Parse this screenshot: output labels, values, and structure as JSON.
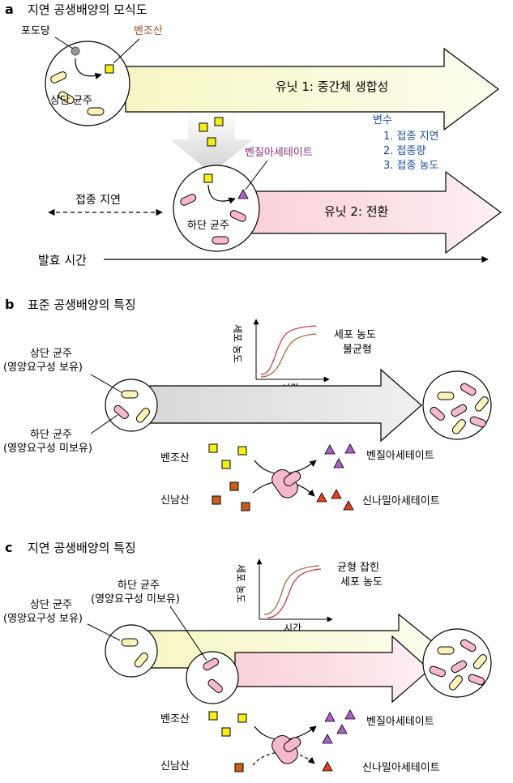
{
  "panel_a": {
    "letter": "a",
    "title": "지연 공생배양의 모식도",
    "glucose": "포도당",
    "benzoate": "벤조산",
    "upstream": "상단 균주",
    "unit1": "유닛 1: 중간체 생합성",
    "benzyl_acetate": "벤질아세테이트",
    "delay": "접종 지연",
    "downstream": "하단 균주",
    "unit2": "유닛 2: 전환",
    "time": "발효 시간",
    "variables_title": "변수",
    "variables": [
      "1. 접종 지연",
      "2. 접종량",
      "3. 접종 농도"
    ]
  },
  "panel_b": {
    "letter": "b",
    "title": "표준 공생배양의 특징",
    "upstream": "상단 균주",
    "upstream_note": "(영양요구성 보유)",
    "downstream": "하단 균주",
    "downstream_note": "(영양요구성 미보유)",
    "ylabel": "세포 농도",
    "xlabel": "시간",
    "note_line1": "세포 농도",
    "note_line2": "불균형",
    "benzoate": "벤조산",
    "cinnamate": "신남산",
    "benzyl_acetate": "벤질아세테이트",
    "cinnamyl_acetate": "신나밀아세테이트"
  },
  "panel_c": {
    "letter": "c",
    "title": "지연 공생배양의 특징",
    "downstream": "하단 균주",
    "downstream_note": "(영양요구성 미보유)",
    "upstream": "상단 균주",
    "upstream_note": "(영양요구성 보유)",
    "ylabel": "세포 농도",
    "xlabel": "시간",
    "note_line1": "균형 잡힌",
    "note_line2": "세포 농도",
    "benzoate": "벤조산",
    "cinnamate": "신남산",
    "benzyl_acetate": "벤질아세테이트",
    "cinnamyl_acetate": "신나밀아세테이트"
  },
  "colors": {
    "yellow_arrow": "#fbfbe0",
    "pink_arrow": "#fde4e8",
    "gray_arrow": "#e6e6e6",
    "cell_yellow": "#fbf3b8",
    "cell_pink": "#f5b8cc",
    "square_yellow": "#f5ee1a",
    "square_orange": "#c8601e",
    "triangle_purple": "#b05fc8",
    "triangle_red": "#e0401e",
    "benzoate_text": "#a0522d",
    "benzyl_text": "#8b2e8b",
    "variables_text": "#1f4fa0",
    "curve_red": "#c0304a",
    "curve_brown": "#a06030"
  },
  "chart_b": {
    "curves": [
      {
        "name": "upstream",
        "color": "curve_red"
      },
      {
        "name": "downstream",
        "color": "curve_brown"
      }
    ]
  }
}
